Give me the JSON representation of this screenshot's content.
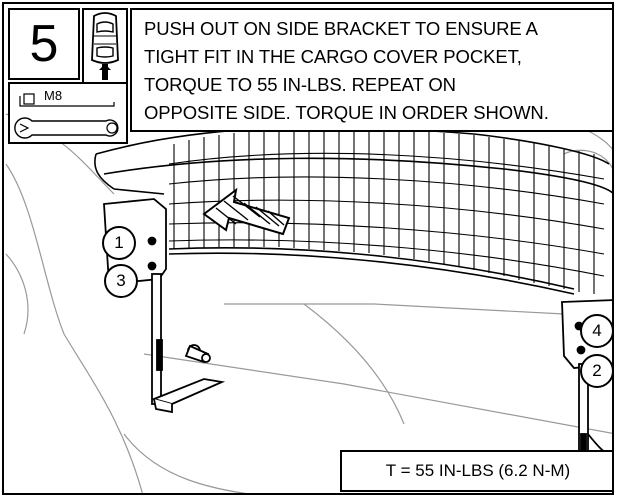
{
  "step": {
    "number": "5"
  },
  "tool": {
    "size_label": "M8",
    "icon": "wrench-icon"
  },
  "vehicle_icon": "car-top-view-icon",
  "instructions": "PUSH OUT ON SIDE BRACKET TO ENSURE A\nTIGHT FIT IN THE CARGO COVER POCKET,\nTORQUE TO 55 IN-LBS.  REPEAT ON\nOPPOSITE SIDE. TORQUE IN ORDER SHOWN.",
  "callouts": [
    "1",
    "3",
    "4",
    "2"
  ],
  "torque_spec": "T = 55 IN-LBS (6.2 N-M)",
  "direction_arrow_icon": "hatched-push-arrow-icon"
}
